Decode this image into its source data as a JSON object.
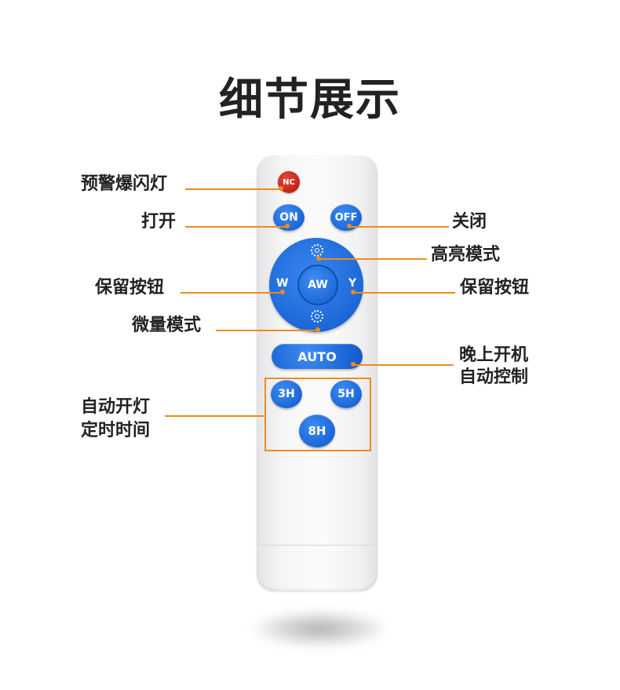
{
  "title": "细节展示",
  "remote": {
    "buttons": {
      "nc": "NC",
      "on": "ON",
      "off": "OFF",
      "w": "W",
      "aw": "AW",
      "y": "Y",
      "auto": "AUTO",
      "h3": "3H",
      "h5": "5H",
      "h8": "8H"
    }
  },
  "labels": {
    "warning_light": "预警爆闪灯",
    "on": "打开",
    "off": "关闭",
    "high_brightness": "高亮模式",
    "reserved_left": "保留按钮",
    "reserved_right": "保留按钮",
    "dim_mode": "微量模式",
    "auto_line1": "晚上开机",
    "auto_line2": "自动控制",
    "timer_line1": "自动开灯",
    "timer_line2": "定时时间"
  },
  "colors": {
    "accent": "#f08a20",
    "button_blue": "#1a66d6",
    "nc_red": "#c22418"
  }
}
